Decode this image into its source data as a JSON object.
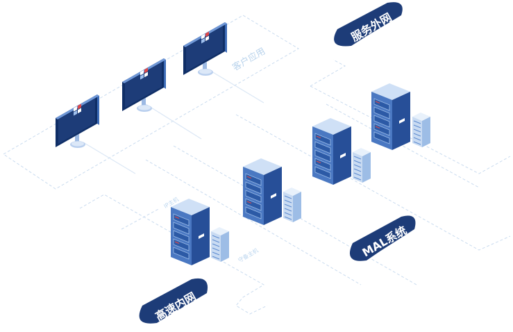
{
  "badges": {
    "service_extranet": "服务外网",
    "mal_system": "MAL系统",
    "high_speed_intranet": "高速内网"
  },
  "zone_labels": {
    "client_app": "客户应用",
    "ip_host": "IP主机",
    "standby_host": "守备主机"
  },
  "colors": {
    "navy": "#1d3c78",
    "server_blue": "#4a78c2",
    "dash_line": "#c9dbef",
    "pale_blue": "#e8f1fb"
  },
  "icons": [
    "monitor-icon",
    "server-rack-icon",
    "storage-unit-icon"
  ]
}
